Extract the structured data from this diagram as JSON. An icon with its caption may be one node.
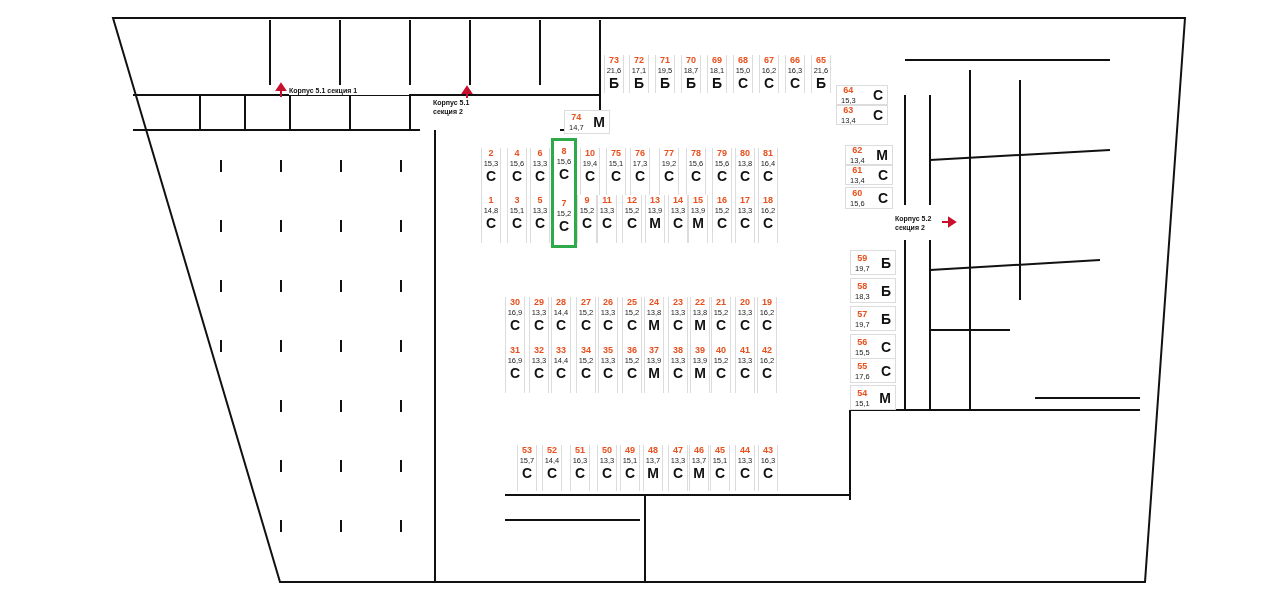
{
  "diagram": {
    "nodes": [
      {
        "text": [
          "73",
          "21,6",
          "Б"
        ]
      },
      {
        "text": [
          "72",
          "17,1",
          "Б"
        ]
      },
      {
        "text": [
          "71",
          "19,5",
          "Б"
        ]
      },
      {
        "text": [
          "70",
          "18,7",
          "Б"
        ]
      },
      {
        "text": [
          "69",
          "18,1",
          "Б"
        ]
      },
      {
        "text": [
          "68",
          "15,0",
          "С"
        ]
      },
      {
        "text": [
          "67",
          "16,2",
          "С"
        ]
      },
      {
        "text": [
          "66",
          "16,3",
          "С"
        ]
      },
      {
        "text": [
          "65",
          "21,6",
          "Б"
        ]
      },
      {
        "text": [
          "64",
          "15,3",
          "С"
        ]
      },
      {
        "text": [
          "63",
          "13,4",
          "С"
        ]
      },
      {
        "text": [
          "74",
          "14,7",
          "М"
        ]
      },
      {
        "text": [],
        "shape": "box"
      },
      {
        "text": [
          "2",
          "15,3",
          "С"
        ]
      },
      {
        "text": [
          "4",
          "15,6",
          "С"
        ]
      },
      {
        "text": [
          "6",
          "13,3",
          "С"
        ]
      },
      {
        "text": [
          "8",
          "15,6",
          "С"
        ],
        "in": 12
      },
      {
        "text": [
          "10",
          "19,4",
          "С"
        ]
      },
      {
        "text": [
          "75",
          "15,1",
          "С"
        ]
      },
      {
        "text": [
          "76",
          "17,3",
          "С"
        ]
      },
      {
        "text": [
          "77",
          "19,2",
          "С"
        ]
      },
      {
        "text": [
          "78",
          "15,6",
          "С"
        ]
      },
      {
        "text": [
          "79",
          "15,6",
          "С"
        ]
      },
      {
        "text": [
          "80",
          "13,8",
          "С"
        ]
      },
      {
        "text": [
          "81",
          "16,4",
          "С"
        ]
      },
      {
        "text": [
          "1",
          "14,8",
          "С"
        ]
      },
      {
        "text": [
          "3",
          "15,1",
          "С"
        ]
      },
      {
        "text": [
          "5",
          "13,3",
          "С"
        ]
      },
      {
        "text": [
          "7",
          "15,2",
          "С"
        ],
        "in": 12
      },
      {
        "text": [
          "9",
          "15,2",
          "С"
        ]
      },
      {
        "text": [
          "11",
          "13,3",
          "С"
        ]
      },
      {
        "text": [
          "12",
          "15,2",
          "С"
        ]
      },
      {
        "text": [
          "13",
          "13,9",
          "М"
        ]
      },
      {
        "text": [
          "14",
          "13,3",
          "С"
        ]
      },
      {
        "text": [
          "15",
          "13,9",
          "М"
        ]
      },
      {
        "text": [
          "16",
          "15,2",
          "С"
        ]
      },
      {
        "text": [
          "17",
          "13,3",
          "С"
        ]
      },
      {
        "text": [
          "18",
          "16,2",
          "С"
        ]
      },
      {
        "text": [
          "62",
          "13,4",
          "М"
        ]
      },
      {
        "text": [
          "61",
          "13,4",
          "С"
        ]
      },
      {
        "text": [
          "60",
          "15,6",
          "С"
        ]
      },
      {
        "text": [
          "59",
          "19,7",
          "Б"
        ]
      },
      {
        "text": [
          "58",
          "18,3",
          "Б"
        ]
      },
      {
        "text": [
          "57",
          "19,7",
          "Б"
        ]
      },
      {
        "text": [
          "56",
          "15,5",
          "С"
        ]
      },
      {
        "text": [
          "55",
          "17,6",
          "С"
        ]
      },
      {
        "text": [
          "54",
          "15,1",
          "М"
        ]
      },
      {
        "text": [
          "30",
          "16,9",
          "С"
        ]
      },
      {
        "text": [
          "29",
          "13,3",
          "С"
        ]
      },
      {
        "text": [
          "28",
          "14,4",
          "С"
        ]
      },
      {
        "text": [
          "27",
          "15,2",
          "С"
        ]
      },
      {
        "text": [
          "26",
          "13,3",
          "С"
        ]
      },
      {
        "text": [
          "25",
          "15,2",
          "С"
        ]
      },
      {
        "text": [
          "24",
          "13,8",
          "М"
        ]
      },
      {
        "text": [
          "23",
          "13,3",
          "С"
        ]
      },
      {
        "text": [
          "22",
          "13,8",
          "М"
        ]
      },
      {
        "text": [
          "21",
          "15,2",
          "С"
        ]
      },
      {
        "text": [
          "20",
          "13,3",
          "С"
        ]
      },
      {
        "text": [
          "19",
          "16,2",
          "С"
        ]
      },
      {
        "text": [
          "31",
          "16,9",
          "С"
        ]
      },
      {
        "text": [
          "32",
          "13,3",
          "С"
        ]
      },
      {
        "text": [
          "33",
          "14,4",
          "С"
        ]
      },
      {
        "text": [
          "34",
          "15,2",
          "С"
        ]
      },
      {
        "text": [
          "35",
          "13,3",
          "С"
        ]
      },
      {
        "text": [
          "36",
          "15,2",
          "С"
        ]
      },
      {
        "text": [
          "37",
          "13,9",
          "М"
        ]
      },
      {
        "text": [
          "38",
          "13,3",
          "С"
        ]
      },
      {
        "text": [
          "39",
          "13,9",
          "М"
        ]
      },
      {
        "text": [
          "40",
          "15,2",
          "С"
        ]
      },
      {
        "text": [
          "41",
          "13,3",
          "С"
        ]
      },
      {
        "text": [
          "42",
          "16,2",
          "С"
        ]
      },
      {
        "text": [
          "53",
          "15,7",
          "С"
        ]
      },
      {
        "text": [
          "52",
          "14,4",
          "С"
        ]
      },
      {
        "text": [
          "51",
          "16,3",
          "С"
        ]
      },
      {
        "text": [
          "50",
          "13,3",
          "С"
        ]
      },
      {
        "text": [
          "49",
          "15,1",
          "С"
        ]
      },
      {
        "text": [
          "48",
          "13,7",
          "М"
        ]
      },
      {
        "text": [
          "47",
          "13,3",
          "С"
        ]
      },
      {
        "text": [
          "46",
          "13,7",
          "М"
        ]
      },
      {
        "text": [
          "45",
          "15,1",
          "С"
        ]
      },
      {
        "text": [
          "44",
          "13,3",
          "С"
        ]
      },
      {
        "text": [
          "43",
          "16,3",
          "С"
        ]
      }
    ],
    "labels": [
      "Корпус 5.1 секция 1",
      "Корпус 5.1 секция 2",
      "Корпус 5.2 секция 2"
    ]
  }
}
